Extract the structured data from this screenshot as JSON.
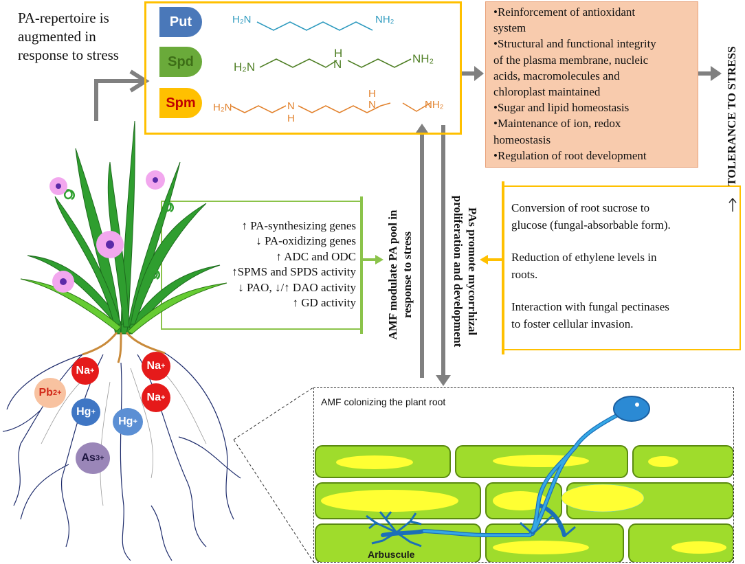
{
  "left_caption": [
    "PA-repertoire is",
    "augmented in",
    "response to stress"
  ],
  "polyamines": [
    {
      "abbr": "Put",
      "color": "#4a78b9",
      "text_color": "#ffffff",
      "formula_color": "#2f9bbf"
    },
    {
      "abbr": "Spd",
      "color": "#6aaa3a",
      "text_color": "#3d6e17",
      "formula_color": "#4f7f25"
    },
    {
      "abbr": "Spm",
      "color": "#ffc000",
      "text_color": "#c00000",
      "formula_color": "#e2822d"
    }
  ],
  "formula_labels": {
    "put_left": "H₂N",
    "put_right": "NH₂",
    "spd_left": "H₂N",
    "spd_mid": "H",
    "spd_n": "N",
    "spd_right": "NH₂",
    "spm_left": "H₂N",
    "spm_n1": "N",
    "spm_h1": "H",
    "spm_h2": "H",
    "spm_n2": "N",
    "spm_right": "NH₂"
  },
  "effects": [
    "•Reinforcement of antioxidant",
    "system",
    "•Structural and functional integrity",
    "of the plasma membrane, nucleic",
    "acids, macromolecules and",
    "chloroplast maintained",
    "•Sugar and lipid homeostasis",
    "•Maintenance of ion, redox",
    "homeostasis",
    "•Regulation of root development"
  ],
  "tolerance_label": "TOLERANCE TO STRESS",
  "amf_changes": [
    "↑ PA-synthesizing genes",
    "↓ PA-oxidizing genes",
    "↑ ADC and ODC",
    "↑SPMS and SPDS activity",
    "↓ PAO, ↓/↑ DAO activity",
    "↑ GD activity"
  ],
  "amf_modulate": [
    "AMF modulate PA pool in",
    "response to stress"
  ],
  "pa_promote": [
    "PAs promote mycorrhizal",
    "proliferation and development"
  ],
  "mechanisms": [
    [
      "Conversion of root sucrose to",
      "glucose (fungal-absorbable form)."
    ],
    [
      " Reduction of ethylene levels in",
      "roots."
    ],
    [
      "Interaction with fungal pectinases",
      "to foster cellular invasion."
    ]
  ],
  "inset_title": "AMF colonizing the  plant root",
  "arbuscule_label": "Arbuscule",
  "ions": [
    {
      "symbol": "Na",
      "charge": "+",
      "color": "#e51a1a"
    },
    {
      "symbol": "Na",
      "charge": "+",
      "color": "#e51a1a"
    },
    {
      "symbol": "Na",
      "charge": "+",
      "color": "#e51a1a"
    },
    {
      "symbol": "Pb",
      "charge": "2+",
      "color": "#f8c2a0"
    },
    {
      "symbol": "Hg",
      "charge": "+",
      "color": "#3f76c4"
    },
    {
      "symbol": "Hg",
      "charge": "+",
      "color": "#5b8fd4"
    },
    {
      "symbol": "As",
      "charge": "3+",
      "color": "#9a86b8"
    }
  ]
}
